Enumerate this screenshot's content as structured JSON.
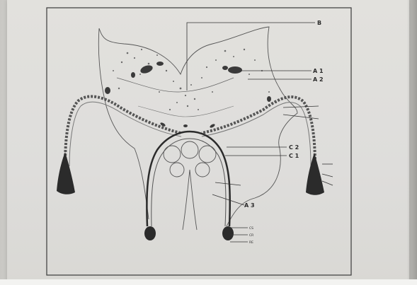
{
  "labels": {
    "B": "B",
    "A1": "A 1",
    "A2": "A 2",
    "C2": "C 2",
    "C1": "C 1",
    "A3": "A 3",
    "CS": "CS",
    "CR": "CR",
    "RE": "RE"
  }
}
